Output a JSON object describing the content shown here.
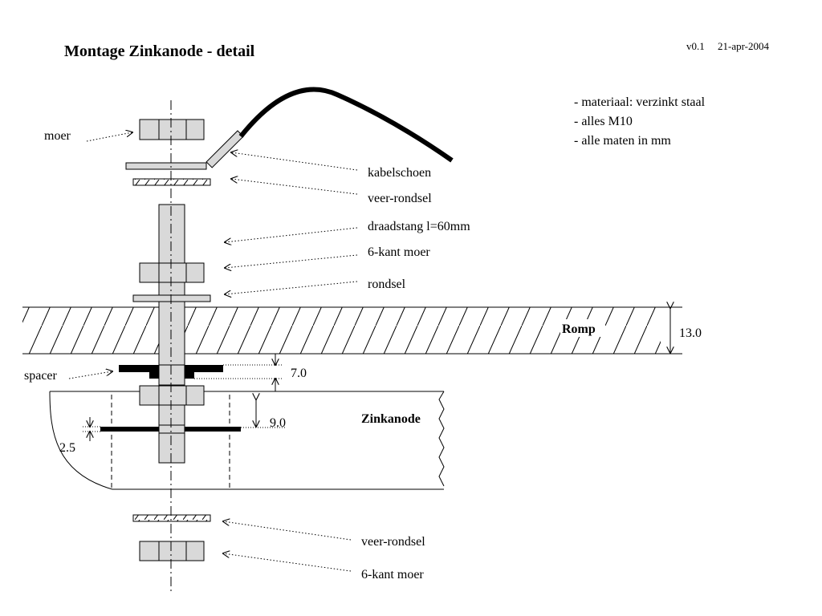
{
  "title": "Montage Zinkanode - detail",
  "version": "v0.1",
  "date": "21-apr-2004",
  "notes": [
    "- materiaal: verzinkt staal",
    "- alles M10",
    "- alle maten in mm"
  ],
  "labels": {
    "moer": "moer",
    "kabelschoen": "kabelschoen",
    "veer_rondsel_top": "veer-rondsel",
    "draadstang": "draadstang l=60mm",
    "kant_moer_top": "6-kant moer",
    "rondsel": "rondsel",
    "romp": "Romp",
    "spacer": "spacer",
    "zinkanode": "Zinkanode",
    "veer_rondsel_bottom": "veer-rondsel",
    "kant_moer_bottom": "6-kant moer"
  },
  "dimensions": {
    "romp_thickness": "13.0",
    "spacer_gap": "7.0",
    "anode_depth": "9.0",
    "plate_thickness": "2.5"
  }
}
